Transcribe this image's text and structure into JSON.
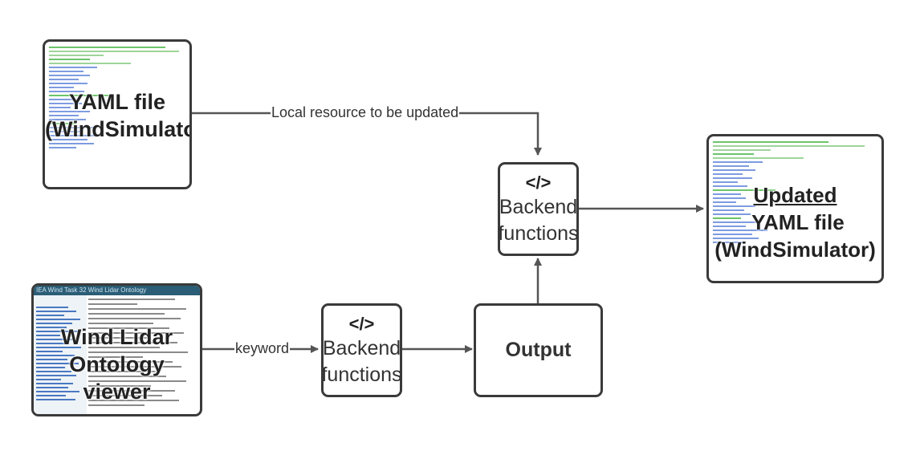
{
  "nodes": {
    "yaml_source": {
      "title_line1": "YAML file",
      "title_line2": "(WindSimulator)"
    },
    "ontology_viewer": {
      "header": "IEA Wind Task 32 Wind Lidar Ontology",
      "title_line1": "Wind Lidar",
      "title_line2": "Ontology viewer"
    },
    "backend_top": {
      "code_icon": "</>",
      "label_line1": "Backend",
      "label_line2": "functions"
    },
    "backend_bottom": {
      "code_icon": "</>",
      "label_line1": "Backend",
      "label_line2": "functions"
    },
    "output": {
      "label": "Output"
    },
    "yaml_updated": {
      "title_emphasis": "Updated",
      "title_rest": " YAML file",
      "title_line2": "(WindSimulator)"
    }
  },
  "edges": {
    "local_resource_label": "Local resource to be updated",
    "keyword_label": "keyword"
  },
  "colors": {
    "border": "#3a3a3a",
    "arrow": "#555555",
    "yaml_green": "#6cc46a",
    "yaml_blue": "#7d9be0",
    "ontology_header": "#2b5d76"
  }
}
